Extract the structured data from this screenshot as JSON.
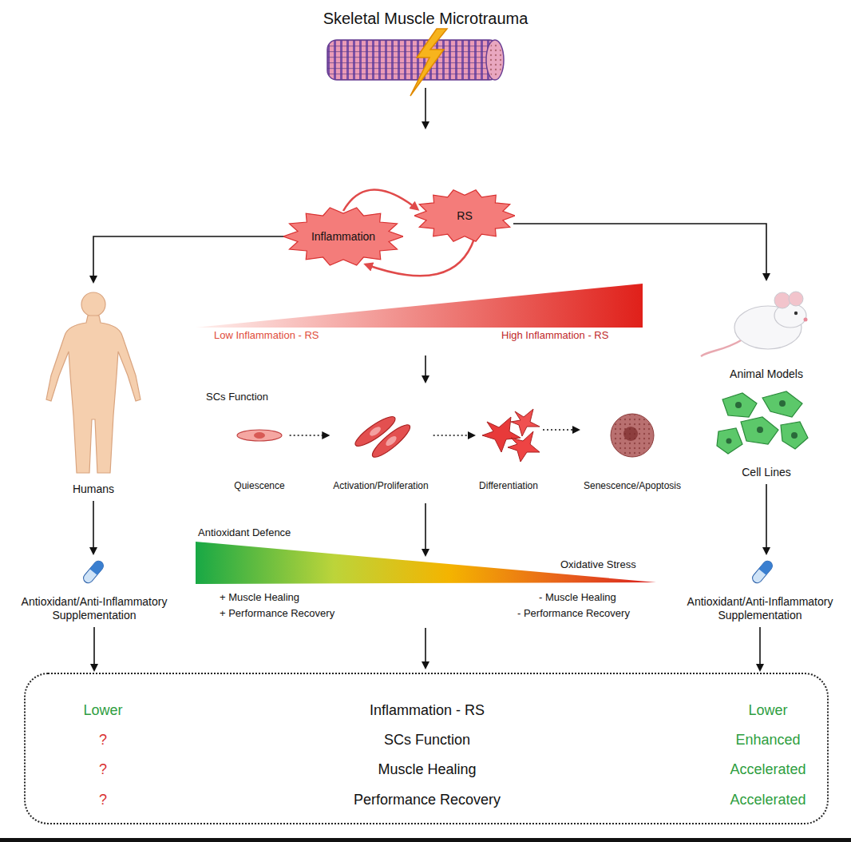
{
  "diagram": {
    "title": "Skeletal Muscle Microtrauma",
    "nodes": [
      {
        "text": [
          "Inflammation"
        ]
      },
      {
        "text": [
          "RS"
        ]
      },
      {
        "text": [
          "Humans"
        ]
      },
      {
        "text": [
          "Animal Models"
        ]
      },
      {
        "text": [
          "Cell Lines"
        ]
      },
      {
        "text": [
          "Quiescence"
        ]
      },
      {
        "text": [
          "Activation/Proliferation"
        ]
      },
      {
        "text": [
          "Differentiation"
        ]
      },
      {
        "text": [
          "Senescence/Apoptosis"
        ]
      },
      {
        "text": [
          "Antioxidant/Anti-Inflammatory Supplementation"
        ]
      },
      {
        "text": [
          "Antioxidant/Anti-Inflammatory Supplementation"
        ]
      },
      {
        "text": [
          "Lower",
          "Inflammation - RS",
          "Lower",
          "?",
          "SCs Function",
          "Enhanced",
          "?",
          "Muscle Healing",
          "Accelerated",
          "?",
          "Performance Recovery",
          "Accelerated"
        ]
      }
    ],
    "edges": [
      {
        "from": 0,
        "to": 1,
        "arrow": "to"
      },
      {
        "from": 1,
        "to": 0,
        "arrow": "to"
      },
      {
        "from": 0,
        "to": 2,
        "arrow": "to"
      },
      {
        "from": 1,
        "to": 3,
        "arrow": "to"
      },
      {
        "from": 2,
        "to": 9,
        "arrow": "to"
      },
      {
        "from": 4,
        "to": 10,
        "arrow": "to"
      },
      {
        "from": 5,
        "to": 6,
        "arrow": "to"
      },
      {
        "from": 6,
        "to": 7,
        "arrow": "to"
      },
      {
        "from": 7,
        "to": 8,
        "arrow": "to"
      },
      {
        "from": 9,
        "to": 11,
        "arrow": "to"
      },
      {
        "from": 10,
        "to": 11,
        "arrow": "to"
      }
    ],
    "labels": [
      "Low Inflammation - RS",
      "High Inflammation - RS",
      "SCs Function",
      "Antioxidant Defence",
      "Oxidative Stress",
      "+ Muscle Healing",
      "+ Performance Recovery",
      "- Muscle Healing",
      "- Performance Recovery"
    ]
  }
}
